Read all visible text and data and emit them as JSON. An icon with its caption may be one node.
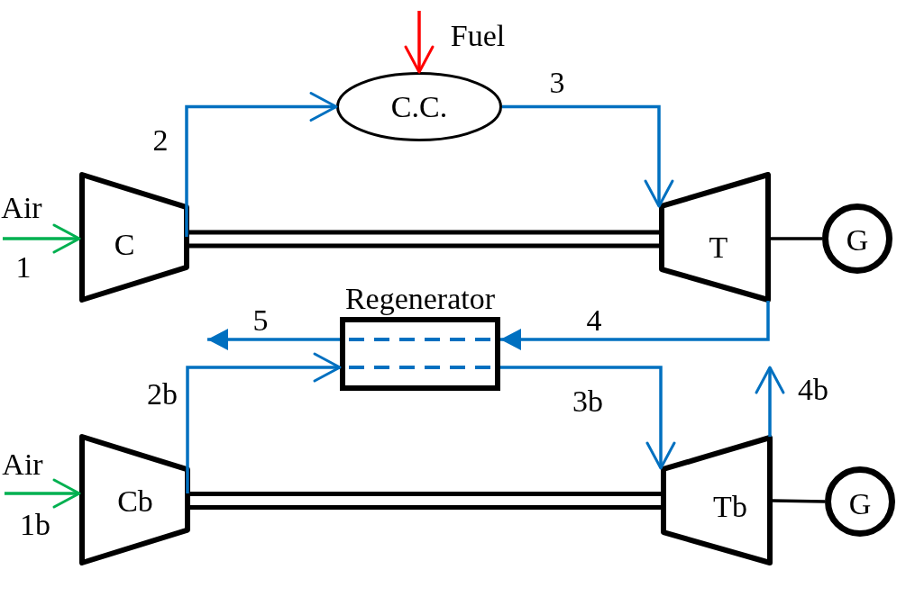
{
  "diagram": {
    "nodes": [
      {
        "text": [
          "C.C."
        ]
      },
      {
        "text": [
          "C"
        ]
      },
      {
        "text": [
          "T"
        ]
      },
      {
        "text": [
          "G"
        ]
      },
      {
        "text": [
          "Regenerator"
        ]
      },
      {
        "text": [
          "Cb"
        ]
      },
      {
        "text": [
          "Tb"
        ]
      },
      {
        "text": [
          "G"
        ]
      }
    ],
    "edges": [
      {
        "from": null,
        "to": 0,
        "arrow": "to",
        "label": "Fuel",
        "color": "#ff0000"
      },
      {
        "from": null,
        "to": 1,
        "arrow": "to",
        "label": "Air",
        "color": "#00b050"
      },
      {
        "from": 1,
        "to": 0,
        "arrow": "to",
        "label": "2"
      },
      {
        "from": 0,
        "to": 2,
        "arrow": "to",
        "label": "3"
      },
      {
        "from": 1,
        "to": 2,
        "arrow": "none",
        "color": "#000000"
      },
      {
        "from": 2,
        "to": 3,
        "arrow": "none",
        "color": "#000000"
      },
      {
        "from": 2,
        "to": 4,
        "arrow": "to",
        "label": "4"
      },
      {
        "from": 4,
        "to": null,
        "arrow": "to",
        "label": "5"
      },
      {
        "from": null,
        "to": 5,
        "arrow": "to",
        "label": "Air",
        "color": "#00b050"
      },
      {
        "from": 5,
        "to": 4,
        "arrow": "to",
        "label": "2b"
      },
      {
        "from": 4,
        "to": 6,
        "arrow": "to",
        "label": "3b"
      },
      {
        "from": 6,
        "to": null,
        "arrow": "to",
        "label": "4b"
      },
      {
        "from": 5,
        "to": 6,
        "arrow": "none",
        "color": "#000000"
      },
      {
        "from": 6,
        "to": 7,
        "arrow": "none",
        "color": "#000000"
      }
    ],
    "labels": [
      "1",
      "1b"
    ]
  }
}
